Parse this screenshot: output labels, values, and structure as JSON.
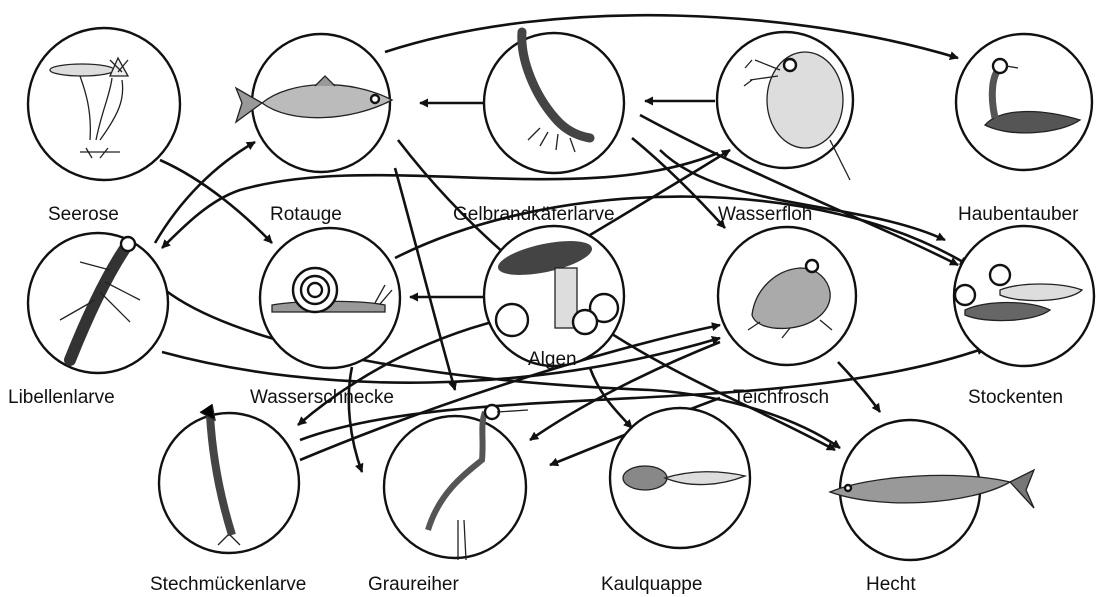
{
  "diagram": {
    "nodes": [
      {
        "id": "seerose",
        "label": "Seerose",
        "icon": "water-lily-icon"
      },
      {
        "id": "rotauge",
        "label": "Rotauge",
        "icon": "roach-fish-icon"
      },
      {
        "id": "gelbrand",
        "label": "Gelbrandkäferlarve",
        "icon": "beetle-larva-icon"
      },
      {
        "id": "wasserfloh",
        "label": "Wasserfloh",
        "icon": "water-flea-icon"
      },
      {
        "id": "hauben",
        "label": "Haubentauber",
        "icon": "grebe-icon"
      },
      {
        "id": "libelle",
        "label": "Libellenlarve",
        "icon": "dragonfly-larva-icon"
      },
      {
        "id": "schnecke",
        "label": "Wasserschnecke",
        "icon": "snail-icon"
      },
      {
        "id": "algen",
        "label": "Algen",
        "icon": "algae-icon"
      },
      {
        "id": "frosch",
        "label": "Teichfrosch",
        "icon": "frog-icon"
      },
      {
        "id": "enten",
        "label": "Stockenten",
        "icon": "ducks-icon"
      },
      {
        "id": "muecke",
        "label": "Stechmückenlarve",
        "icon": "mosquito-larva-icon"
      },
      {
        "id": "reiher",
        "label": "Graureiher",
        "icon": "heron-icon"
      },
      {
        "id": "kaul",
        "label": "Kaulquappe",
        "icon": "tadpole-icon"
      },
      {
        "id": "hecht",
        "label": "Hecht",
        "icon": "pike-icon"
      }
    ],
    "edges": [
      {
        "from": "seerose",
        "to": "schnecke"
      },
      {
        "from": "rotauge",
        "to": "hauben"
      },
      {
        "from": "rotauge",
        "to": "reiher"
      },
      {
        "from": "rotauge",
        "to": "hecht"
      },
      {
        "from": "gelbrand",
        "to": "rotauge"
      },
      {
        "from": "gelbrand",
        "to": "frosch"
      },
      {
        "from": "wasserfloh",
        "to": "gelbrand"
      },
      {
        "from": "wasserfloh",
        "to": "libelle"
      },
      {
        "from": "wasserfloh",
        "to": "enten"
      },
      {
        "from": "libelle",
        "to": "rotauge"
      },
      {
        "from": "libelle",
        "to": "frosch"
      },
      {
        "from": "libelle",
        "to": "hecht"
      },
      {
        "from": "schnecke",
        "to": "enten"
      },
      {
        "from": "schnecke",
        "to": "reiher"
      },
      {
        "from": "algen",
        "to": "schnecke"
      },
      {
        "from": "algen",
        "to": "wasserfloh"
      },
      {
        "from": "algen",
        "to": "kaul"
      },
      {
        "from": "algen",
        "to": "muecke"
      },
      {
        "from": "frosch",
        "to": "reiher"
      },
      {
        "from": "frosch",
        "to": "hecht"
      },
      {
        "from": "kaul",
        "to": "reiher"
      },
      {
        "from": "muecke",
        "to": "frosch"
      },
      {
        "from": "muecke",
        "to": "enten"
      },
      {
        "from": "gelbrand",
        "to": "enten"
      }
    ]
  }
}
